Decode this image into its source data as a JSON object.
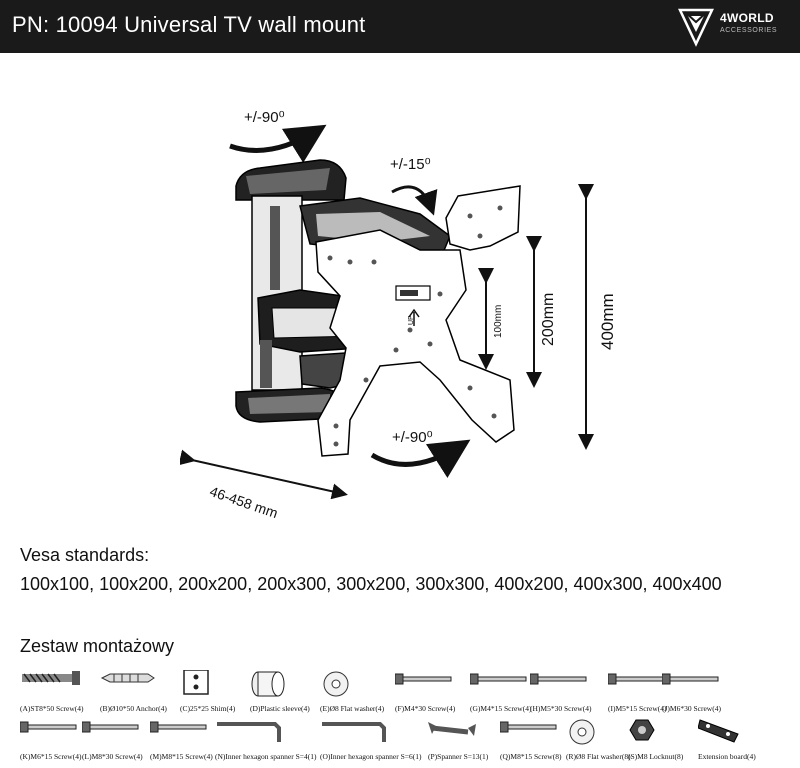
{
  "header": {
    "title": "PN: 10094 Universal TV wall mount",
    "brand_name": "4WORLD",
    "brand_sub": "ACCESSORIES"
  },
  "diagram": {
    "rotation_top": "+/-90⁰",
    "tilt": "+/-15⁰",
    "rotation_bottom": "+/-90⁰",
    "height_400": "400mm",
    "height_200": "200mm",
    "height_100": "100mm",
    "depth": "46-458 mm",
    "up_marker": "UP"
  },
  "vesa": {
    "heading": "Vesa standards:",
    "list": "100x100, 100x200, 200x200, 200x300, 300x200, 300x300, 400x200, 400x300, 400x400"
  },
  "kit": {
    "heading": "Zestaw montażowy",
    "parts_row1": [
      {
        "id": "A",
        "label": "(A)ST8*50 Screw(4)",
        "icon": "wood-screw-icon"
      },
      {
        "id": "B",
        "label": "(B)Ø10*50 Anchor(4)",
        "icon": "wall-anchor-icon"
      },
      {
        "id": "C",
        "label": "(C)25*25 Shim(4)",
        "icon": "shim-icon"
      },
      {
        "id": "D",
        "label": "(D)Plastic sleeve(4)",
        "icon": "plastic-sleeve-icon"
      },
      {
        "id": "E",
        "label": "(E)Ø8 Flat washer(4)",
        "icon": "flat-washer-icon"
      },
      {
        "id": "F",
        "label": "(F)M4*30 Screw(4)",
        "icon": "machine-screw-icon"
      },
      {
        "id": "G",
        "label": "(G)M4*15 Screw(4)",
        "icon": "machine-screw-icon"
      },
      {
        "id": "H",
        "label": "(H)M5*30 Screw(4)",
        "icon": "machine-screw-icon"
      },
      {
        "id": "I",
        "label": "(I)M5*15 Screw(4)",
        "icon": "machine-screw-icon"
      },
      {
        "id": "J",
        "label": "(J)M6*30 Screw(4)",
        "icon": "machine-screw-icon"
      }
    ],
    "parts_row2": [
      {
        "id": "K",
        "label": "(K)M6*15 Screw(4)",
        "icon": "machine-screw-icon"
      },
      {
        "id": "L",
        "label": "(L)M8*30 Screw(4)",
        "icon": "machine-screw-icon"
      },
      {
        "id": "M",
        "label": "(M)M8*15 Screw(4)",
        "icon": "machine-screw-icon"
      },
      {
        "id": "N",
        "label": "(N)Inner hexagon spanner S=4(1)",
        "icon": "hex-key-icon"
      },
      {
        "id": "O",
        "label": "(O)Inner hexagon spanner S=6(1)",
        "icon": "hex-key-icon"
      },
      {
        "id": "P",
        "label": "(P)Spanner S=13(1)",
        "icon": "spanner-icon"
      },
      {
        "id": "Q",
        "label": "(Q)M8*15 Screw(8)",
        "icon": "machine-screw-icon"
      },
      {
        "id": "R",
        "label": "(R)Ø8 Flat washer(8)",
        "icon": "flat-washer-icon"
      },
      {
        "id": "S",
        "label": "(S)M8 Locknut(8)",
        "icon": "locknut-icon"
      },
      {
        "id": "T",
        "label": "Extension board(4)",
        "icon": "extension-board-icon"
      }
    ]
  }
}
